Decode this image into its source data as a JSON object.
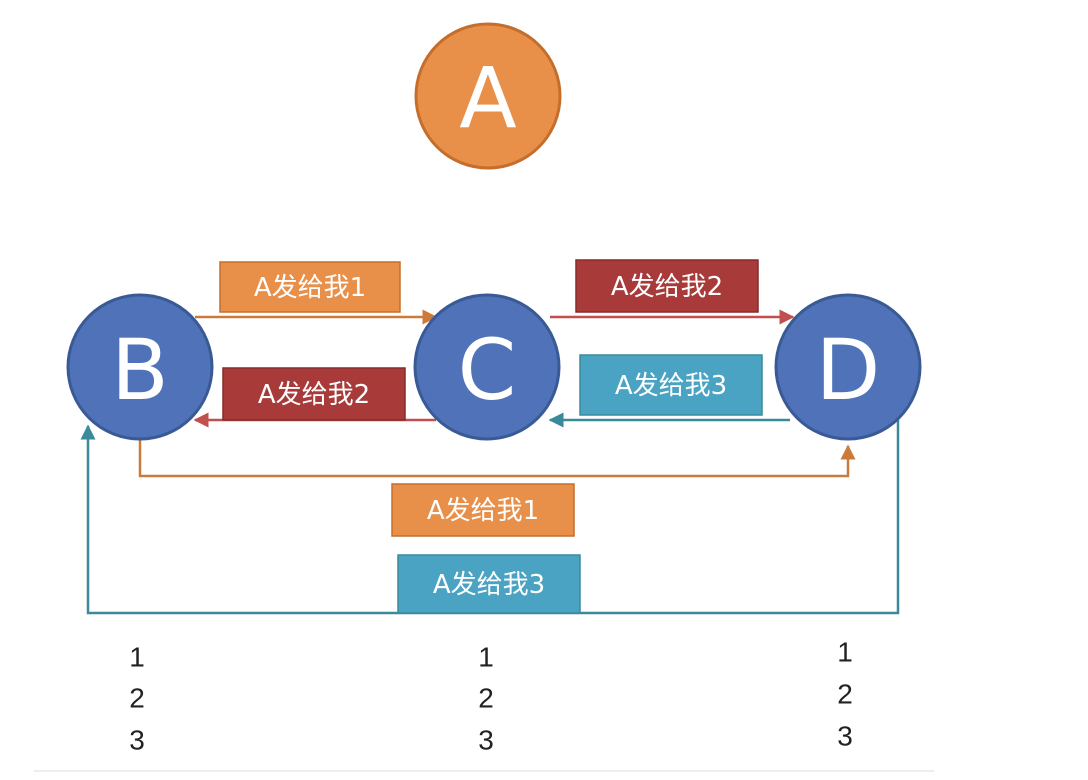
{
  "colors": {
    "orange": "#E8904A",
    "orange_stroke": "#C56E2C",
    "blue_node": "#4F72B8",
    "blue_node_stroke": "#3A5A96",
    "dark_red": "#A83A3A",
    "red_line": "#C0504D",
    "teal": "#4BA3C3",
    "teal_line": "#3B8A9C",
    "orange_line": "#CC7A3A"
  },
  "nodes": {
    "a": "A",
    "b": "B",
    "c": "C",
    "d": "D"
  },
  "messages": {
    "b_to_c": "A发给我1",
    "c_to_d": "A发给我2",
    "c_to_b": "A发给我2",
    "d_to_c": "A发给我3",
    "b_to_d": "A发给我1",
    "d_to_b": "A发给我3"
  },
  "sequences": {
    "b": [
      "1",
      "2",
      "3"
    ],
    "c": [
      "1",
      "2",
      "3"
    ],
    "d": [
      "1",
      "2",
      "3"
    ]
  }
}
